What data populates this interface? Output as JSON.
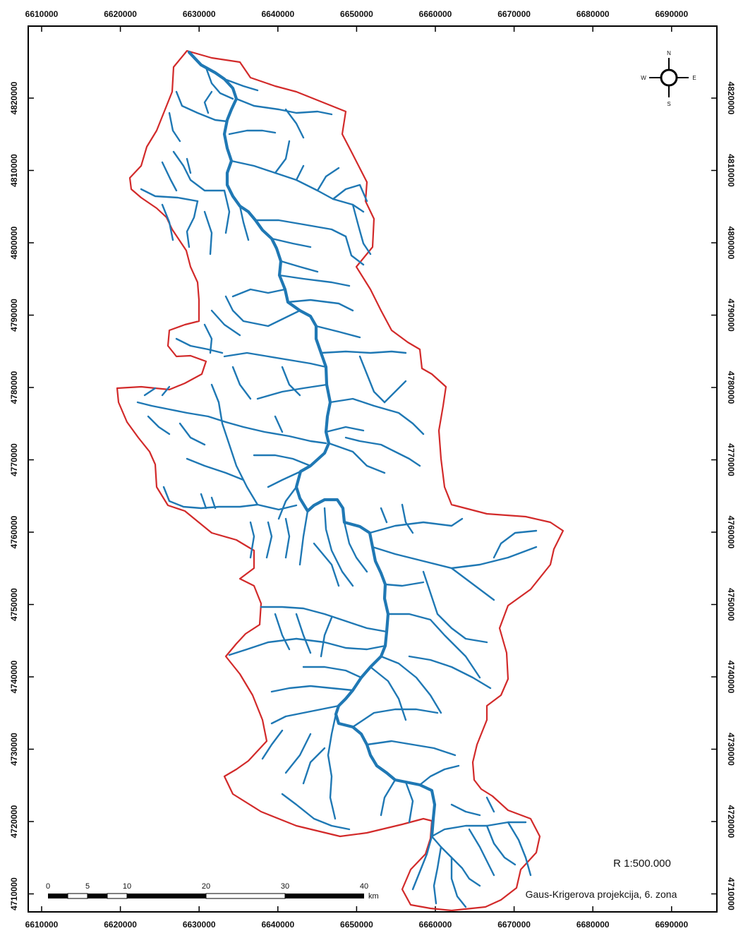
{
  "map": {
    "x_ticks": [
      "6610000",
      "6620000",
      "6630000",
      "6640000",
      "6650000",
      "6660000",
      "6670000",
      "6680000",
      "6690000"
    ],
    "y_ticks": [
      "4820000",
      "4810000",
      "4800000",
      "4790000",
      "4780000",
      "4770000",
      "4760000",
      "4750000",
      "4740000",
      "4730000",
      "4720000",
      "4710000"
    ],
    "scale_ratio": "R 1:500.000",
    "projection": "Gaus-Krigerova projekcija, 6. zona",
    "scalebar": {
      "labels": [
        "0",
        "5",
        "10",
        "20",
        "30",
        "40"
      ],
      "unit": "km"
    },
    "north_arrow": {
      "n": "N",
      "s": "S",
      "e": "E",
      "w": "W"
    },
    "colors": {
      "boundary": "#d22a2a",
      "river": "#1f78b4",
      "frame": "#000000"
    }
  }
}
